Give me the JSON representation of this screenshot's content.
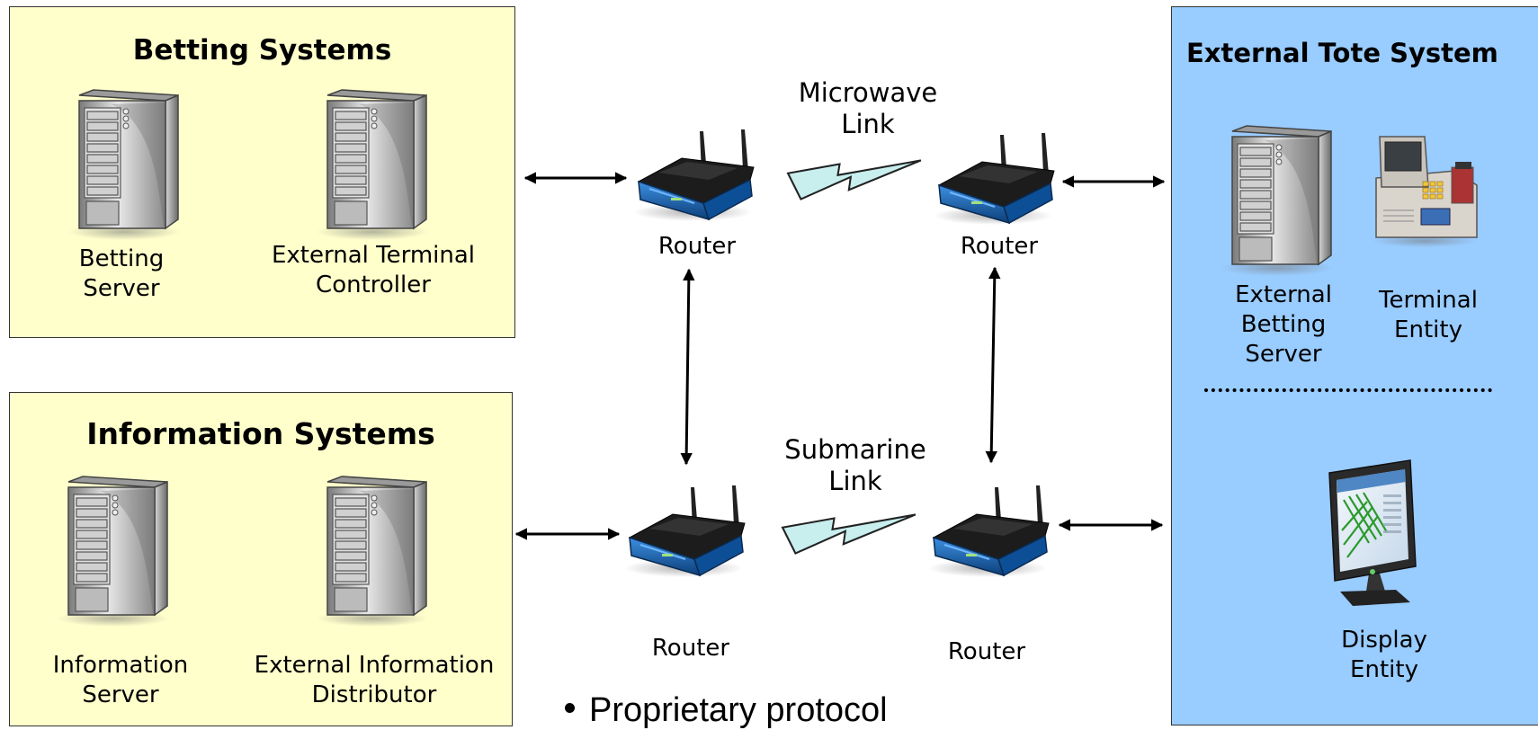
{
  "betting_systems": {
    "title": "Betting Systems",
    "betting_server": "Betting\nServer",
    "external_terminal_controller": "External Terminal\nController"
  },
  "information_systems": {
    "title": "Information Systems",
    "information_server": "Information\nServer",
    "external_information_distributor": "External Information\nDistributor"
  },
  "external_tote_system": {
    "title": "External Tote System",
    "external_betting_server": "External\nBetting\nServer",
    "terminal_entity": "Terminal\nEntity",
    "display_entity": "Display\nEntity"
  },
  "links": {
    "microwave": "Microwave\nLink",
    "submarine": "Submarine\nLink"
  },
  "routers": {
    "top_left": "Router",
    "top_right": "Router",
    "bottom_left": "Router",
    "bottom_right": "Router"
  },
  "bullet": "Proprietary protocol",
  "colors": {
    "yellow_panel": "#ffffcc",
    "blue_panel": "#99ccff",
    "lightning": "#c8eeee"
  },
  "icons": [
    "server-icon",
    "router-icon",
    "lightning-icon",
    "terminal-icon",
    "monitor-icon"
  ]
}
